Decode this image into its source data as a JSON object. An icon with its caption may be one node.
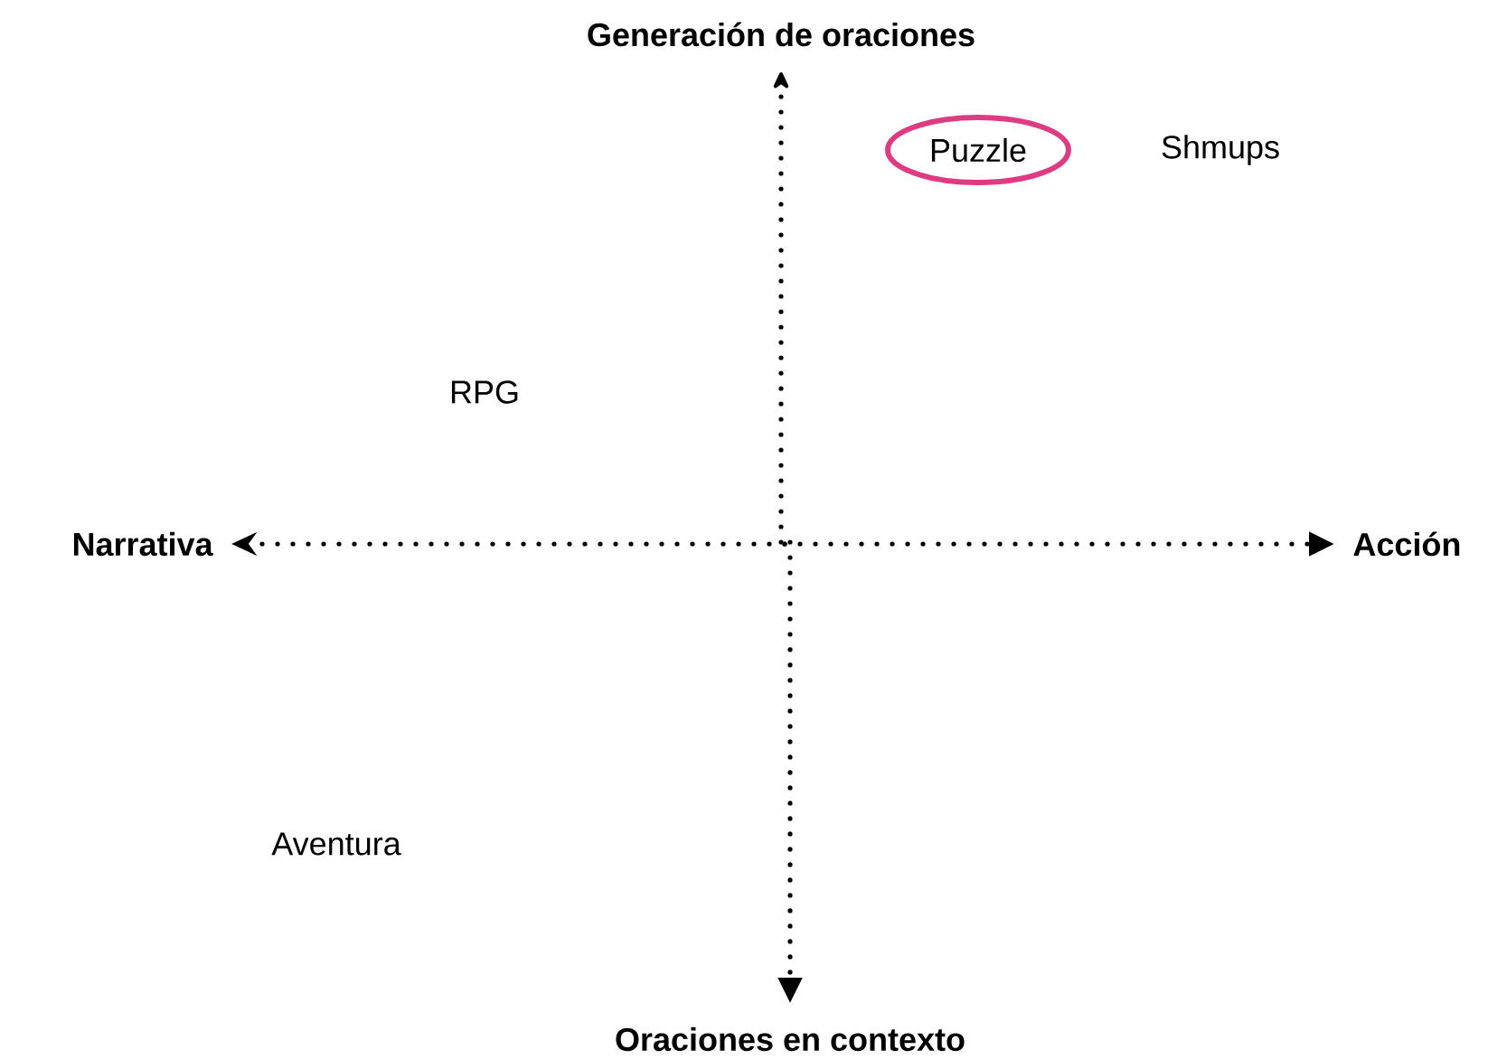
{
  "diagram": {
    "nodes": [
      {
        "text": [
          "Puzzle"
        ]
      }
    ],
    "labels": [
      "Generación de oraciones",
      "Shmups",
      "RPG",
      "Narrativa",
      "Acción",
      "Aventura",
      "Oraciones en contexto"
    ]
  }
}
